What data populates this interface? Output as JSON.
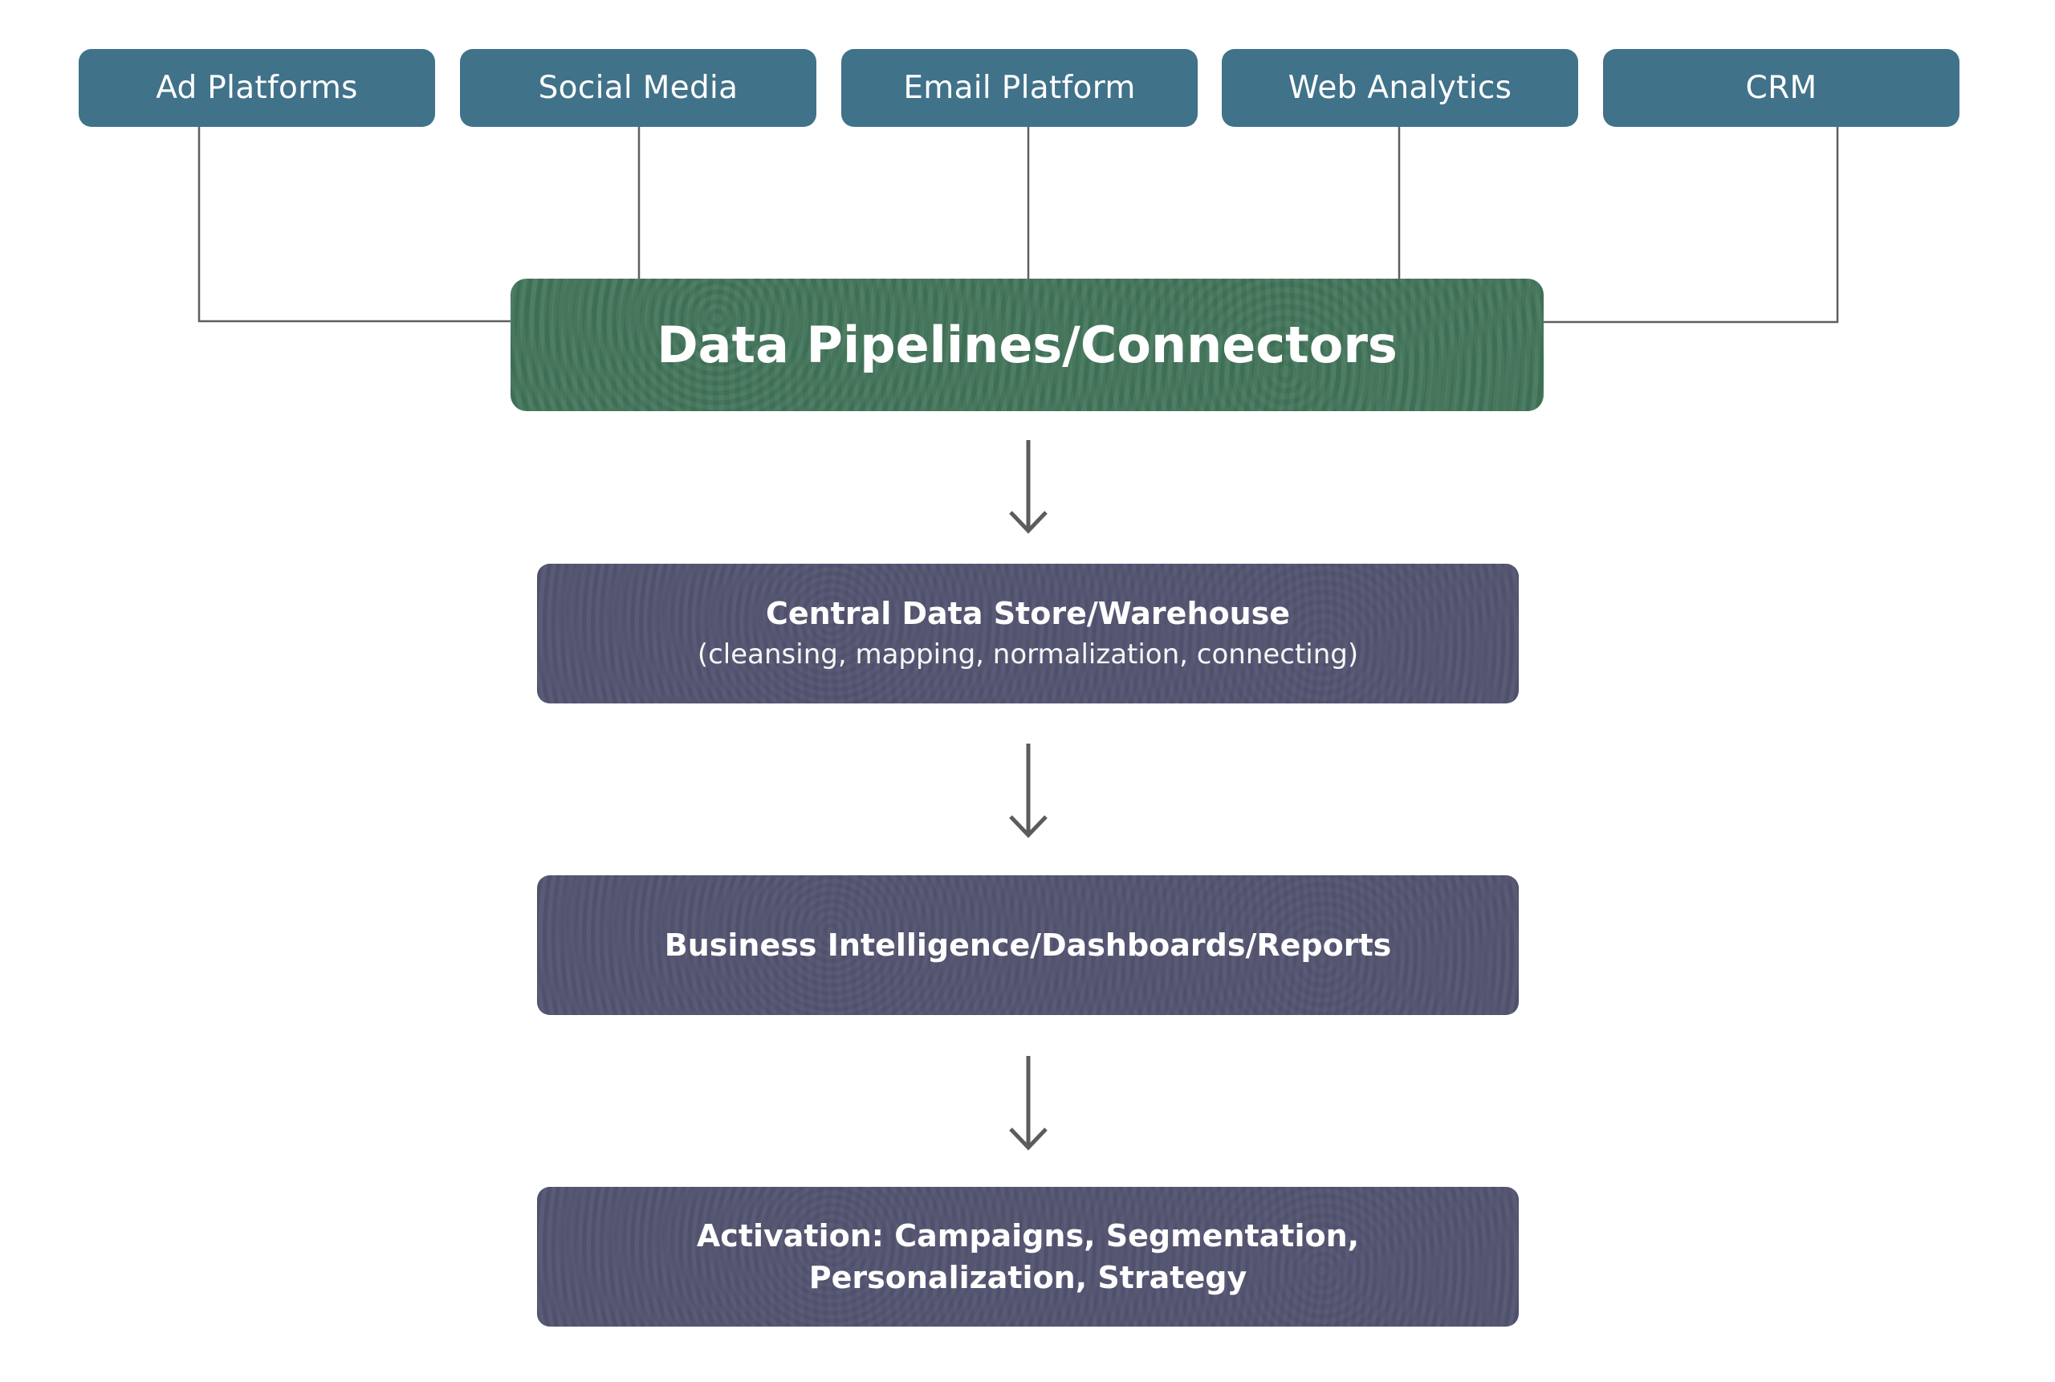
{
  "sources": [
    {
      "label": "Ad Platforms"
    },
    {
      "label": "Social Media"
    },
    {
      "label": "Email Platform"
    },
    {
      "label": "Web Analytics"
    },
    {
      "label": "CRM"
    }
  ],
  "pipeline": {
    "label": "Data Pipelines/Connectors"
  },
  "stages": [
    {
      "title": "Central Data Store/Warehouse",
      "subtitle": "(cleansing, mapping, normalization, connecting)"
    },
    {
      "title": "Business Intelligence/Dashboards/Reports"
    },
    {
      "title_line1": "Activation: Campaigns, Segmentation,",
      "title_line2": "Personalization, Strategy"
    }
  ],
  "colors": {
    "source_box": "#40728a",
    "pipeline_box": "#42755a",
    "stage_box": "#535470",
    "connector_line": "#5f5f5f",
    "arrow": "#5c5c5c",
    "background": "#ffffff"
  }
}
